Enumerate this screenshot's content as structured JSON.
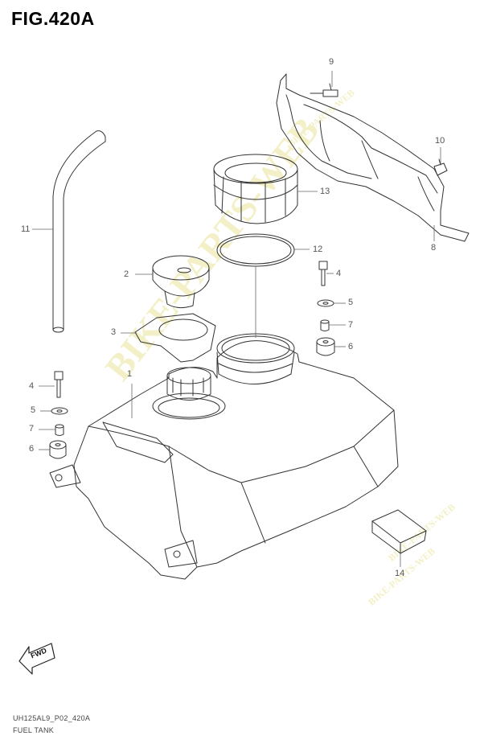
{
  "title": "FIG.420A",
  "callouts": {
    "c1": "1",
    "c2": "2",
    "c3": "3",
    "c4a": "4",
    "c4b": "4",
    "c5a": "5",
    "c5b": "5",
    "c6a": "6",
    "c6b": "6",
    "c7a": "7",
    "c7b": "7",
    "c8": "8",
    "c9": "9",
    "c10": "10",
    "c11": "11",
    "c12": "12",
    "c13": "13",
    "c14": "14"
  },
  "fwd_label": "FWD",
  "footer": {
    "code": "UH125AL9_P02_420A",
    "name": "FUEL TANK"
  },
  "watermark": {
    "main": "BIKE-PARTS-WEB",
    "small": "BIKE-PARTS-WEB"
  }
}
